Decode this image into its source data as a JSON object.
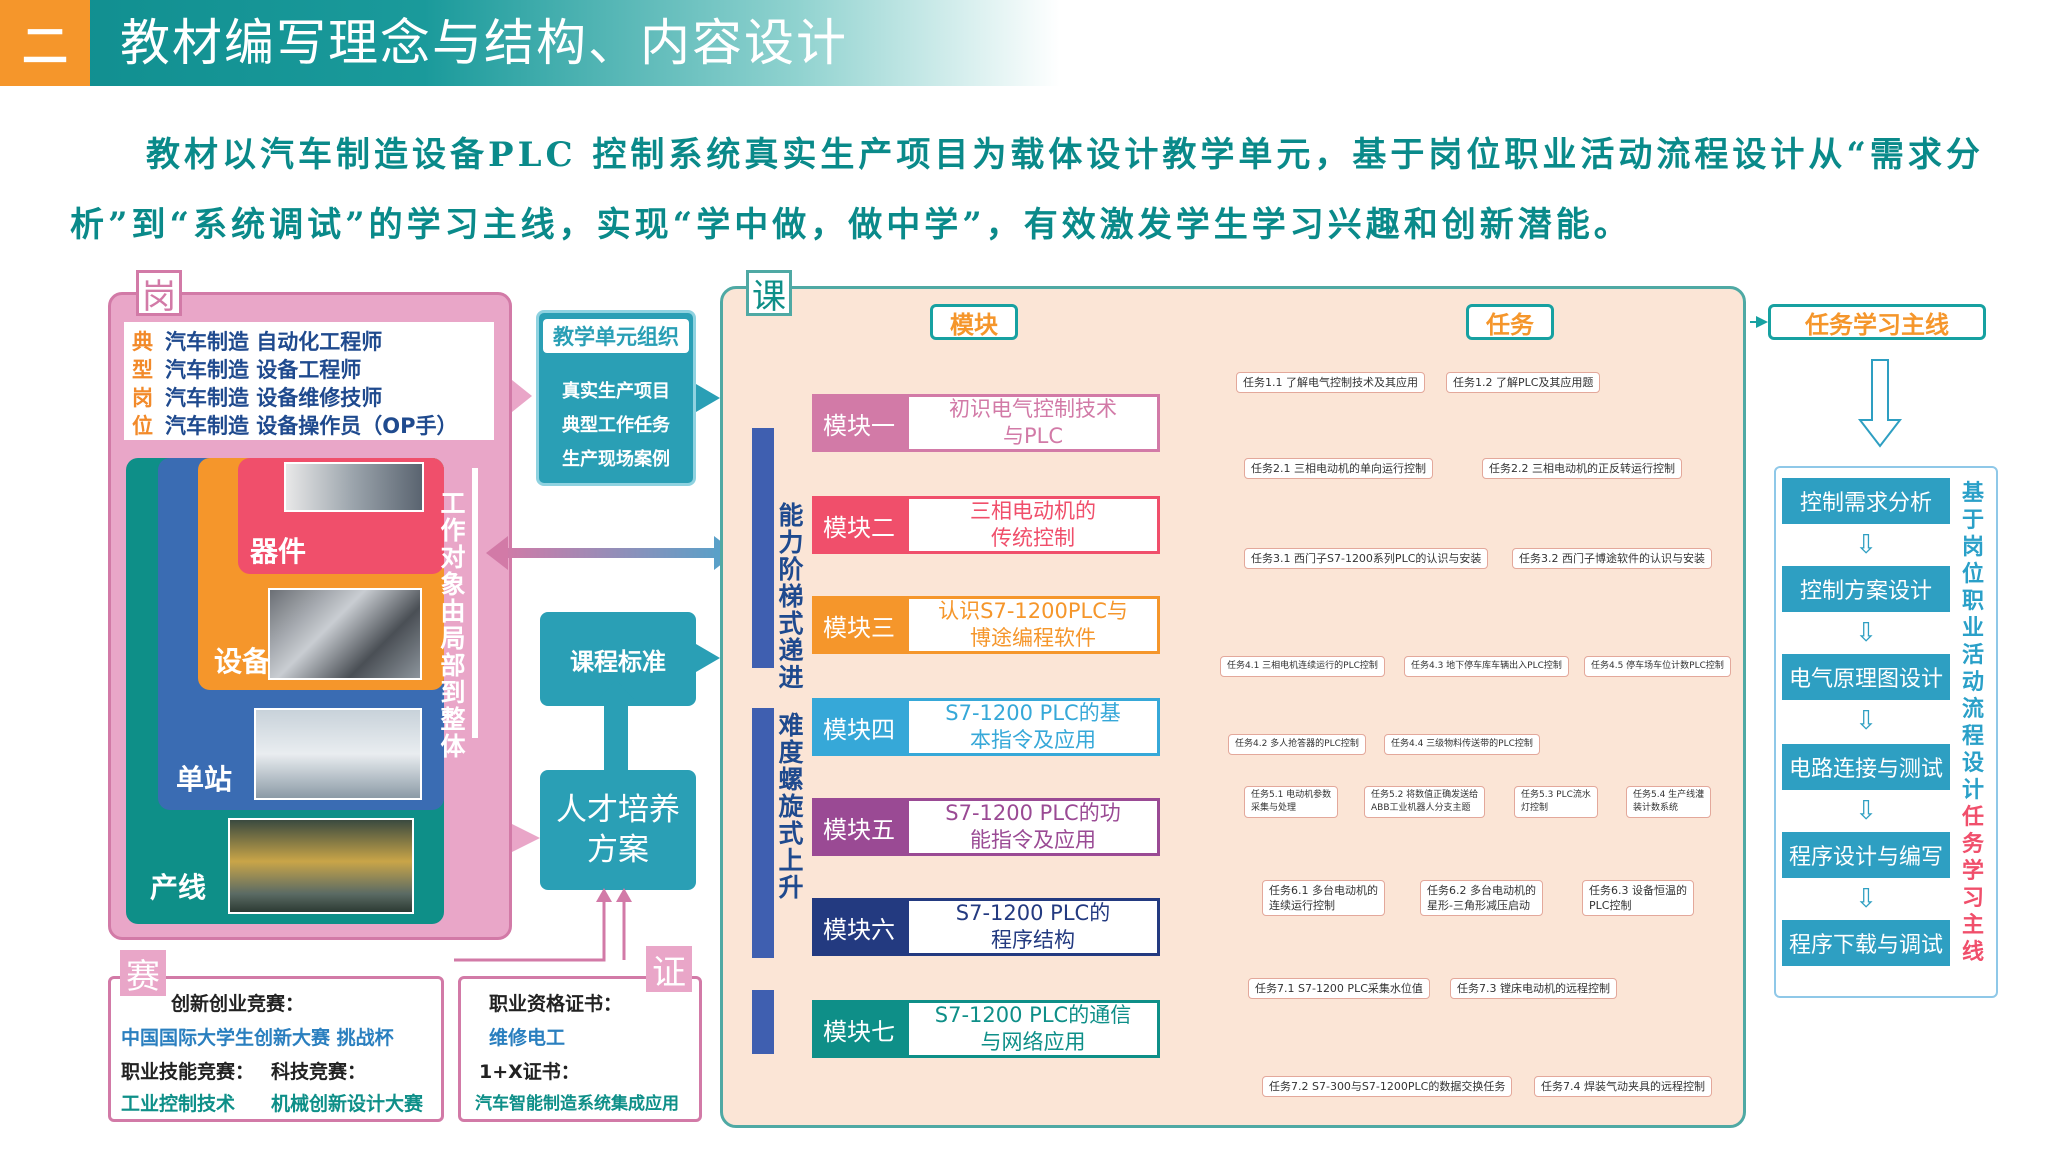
{
  "header": {
    "number": "二",
    "title": "教材编写理念与结构、内容设计"
  },
  "intro": "教材以汽车制造设备PLC 控制系统真实生产项目为载体设计教学单元，基于岗位职业活动流程设计从“需求分析”到“系统调试”的学习主线，实现“学中做，做中学”，有效激发学生学习兴趣和创新潜能。",
  "gang": {
    "label": "岗",
    "jobs": [
      {
        "k": "典",
        "text": "汽车制造 自动化工程师"
      },
      {
        "k": "型",
        "text": "汽车制造 设备工程师"
      },
      {
        "k": "岗",
        "text": "汽车制造 设备维修技师"
      },
      {
        "k": "位",
        "text": "汽车制造 设备操作员（OP手）"
      }
    ],
    "layers": [
      "器件",
      "设备",
      "单站",
      "产线"
    ],
    "vertical": "工作对象由局部到整体"
  },
  "teach": {
    "title": "教学单元组织",
    "items": [
      "真实生产项目",
      "典型工作任务",
      "生产现场案例"
    ]
  },
  "standard": "课程标准",
  "plan": "人才培养方案",
  "sai": {
    "label": "赛",
    "t1": "创新创业竞赛：",
    "v1": "中国国际大学生创新大赛 挑战杯",
    "t2": "职业技能竞赛：",
    "t3": "科技竞赛：",
    "v2": "工业控制技术",
    "v3": "机械创新设计大赛"
  },
  "zheng": {
    "label": "证",
    "t1": "职业资格证书：",
    "v1": "维修电工",
    "t2": "1+X证书：",
    "v2": "汽车智能制造系统集成应用"
  },
  "course": {
    "label": "课",
    "h_module": "模块",
    "h_task": "任务",
    "h_main": "任务学习主线",
    "v1": "能力阶梯式递进",
    "v2": "难度螺旋式上升",
    "modules": [
      {
        "tag": "模块一",
        "name": "初识电气控制技术\n与PLC",
        "tasks": [
          "任务1.1 了解电气控制技术及其应用",
          "任务1.2 了解PLC及其应用题"
        ]
      },
      {
        "tag": "模块二",
        "name": "三相电动机的\n传统控制",
        "tasks": [
          "任务2.1 三相电动机的单向运行控制",
          "任务2.2 三相电动机的正反转运行控制"
        ]
      },
      {
        "tag": "模块三",
        "name": "认识S7-1200PLC与\n博途编程软件",
        "tasks": [
          "任务3.1 西门子S7-1200系列PLC的认识与安装",
          "任务3.2 西门子博途软件的认识与安装"
        ]
      },
      {
        "tag": "模块四",
        "name": "S7-1200 PLC的基\n本指令及应用",
        "tasks": [
          "任务4.1 三相电机连续运行的PLC控制",
          "任务4.3 地下停车库车辆出入PLC控制",
          "任务4.5 停车场车位计数PLC控制",
          "任务4.2 多人抢答器的PLC控制",
          "任务4.4 三级物料传送带的PLC控制"
        ]
      },
      {
        "tag": "模块五",
        "name": "S7-1200 PLC的功\n能指令及应用",
        "tasks": [
          "任务5.1 电动机参数\n采集与处理",
          "任务5.2 将数值正确发送给\nABB工业机器人分支主题",
          "任务5.3 PLC流水\n灯控制",
          "任务5.4 生产线灌\n装计数系统"
        ]
      },
      {
        "tag": "模块六",
        "name": "S7-1200 PLC的\n程序结构",
        "tasks": [
          "任务6.1 多台电动机的\n连续运行控制",
          "任务6.2 多台电动机的\n星形-三角形减压启动",
          "任务6.3 设备恒温的\nPLC控制"
        ]
      },
      {
        "tag": "模块七",
        "name": "S7-1200 PLC的通信\n与网络应用",
        "tasks": [
          "任务7.1 S7-1200 PLC采集水位值",
          "任务7.3 镗床电动机的远程控制",
          "任务7.2 S7-300与S7-1200PLC的数据交换任务",
          "任务7.4 焊装气动夹具的远程控制"
        ]
      }
    ]
  },
  "steps": [
    "控制需求分析",
    "控制方案设计",
    "电气原理图设计",
    "电路连接与测试",
    "程序设计与编写",
    "程序下载与调试"
  ],
  "right_vertical_a": "基于岗位职业活动流程设计",
  "right_vertical_b": "任务学习主线",
  "colors": {
    "teal": "#17a1a1",
    "orange": "#f5962b",
    "pink": "#d27aa7",
    "blue": "#1f4a8e"
  }
}
